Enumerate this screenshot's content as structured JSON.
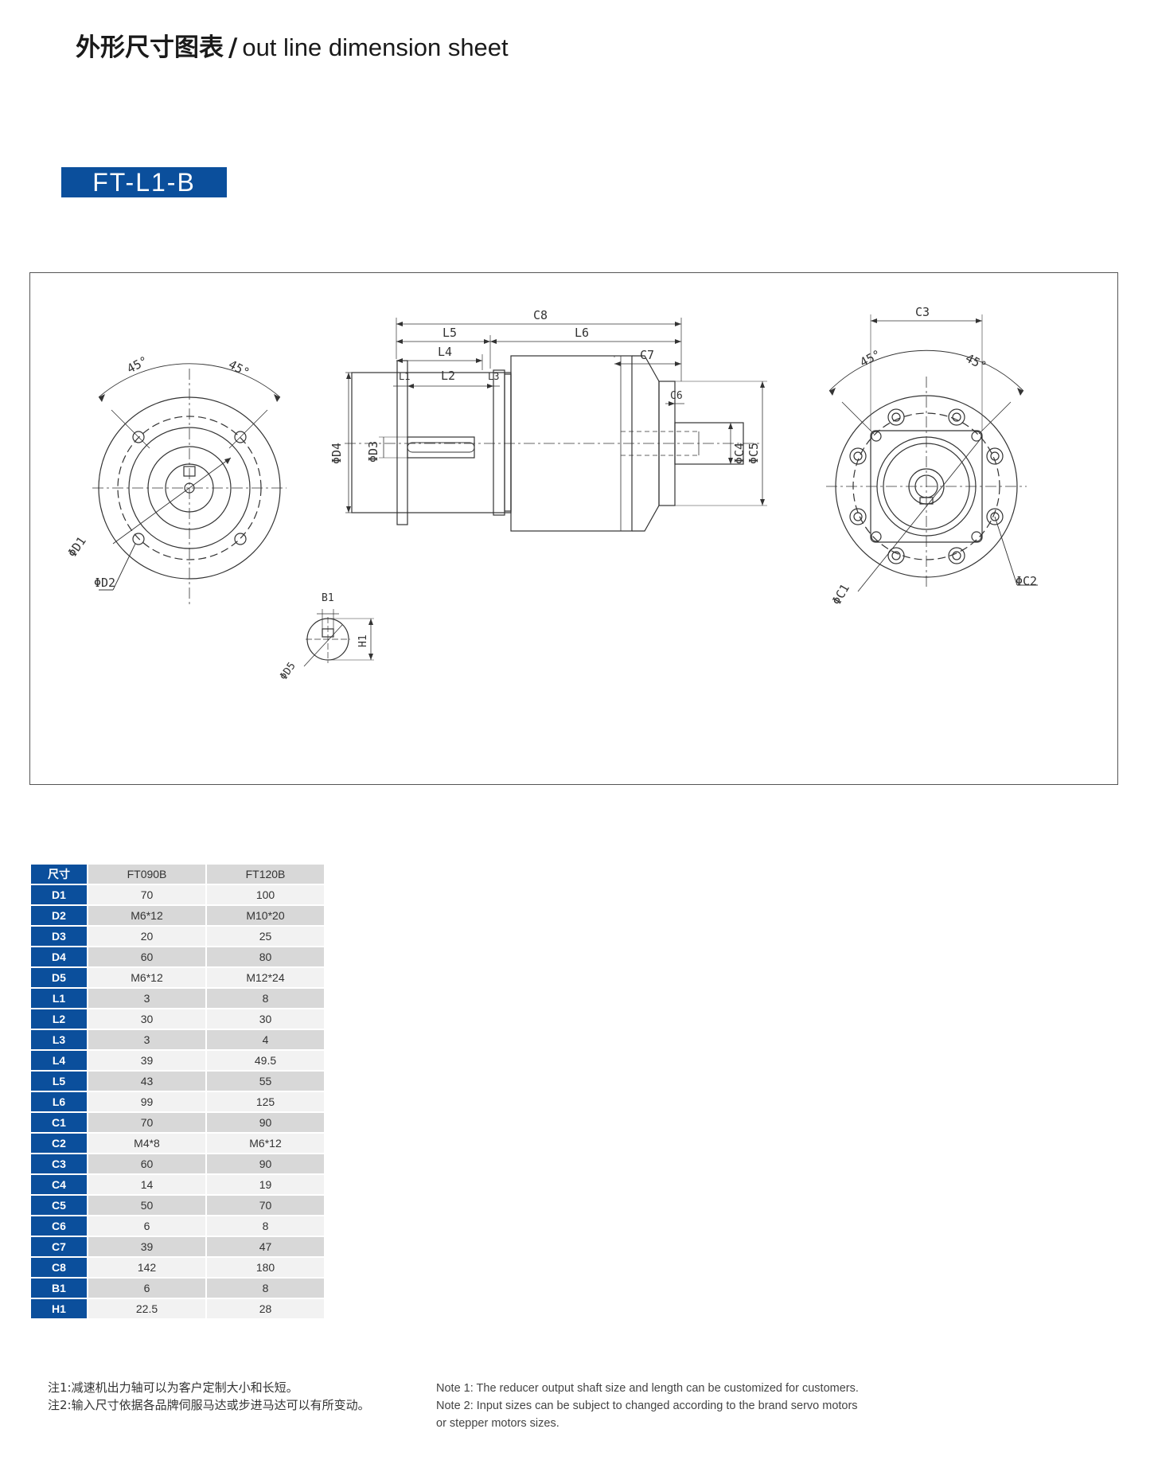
{
  "header": {
    "title_cn": "外形尺寸图表",
    "separator": "/",
    "title_en": "out line dimension sheet"
  },
  "model_badge": "FT-L1-B",
  "drawing": {
    "front_view": {
      "angle_left": "45°",
      "angle_right": "45°",
      "label_d1": "ΦD1",
      "label_d2": "ΦD2"
    },
    "side_view": {
      "label_c8": "C8",
      "label_l5": "L5",
      "label_l6": "L6",
      "label_l4": "L4",
      "label_l1": "L1",
      "label_l2": "L2",
      "label_l3": "L3",
      "label_c7": "C7",
      "label_c6": "C6",
      "label_d4": "ΦD4",
      "label_d3": "ΦD3",
      "label_c4": "ΦC4",
      "label_c5": "ΦC5"
    },
    "shaft_detail": {
      "label_b1": "B1",
      "label_h1": "H1",
      "label_d5": "ΦD5"
    },
    "rear_view": {
      "label_c3": "C3",
      "angle_left": "45°",
      "angle_right": "45°",
      "label_c1": "ΦC1",
      "label_c2": "ΦC2"
    }
  },
  "table": {
    "corner_label": "尺寸",
    "models": [
      "FT090B",
      "FT120B"
    ],
    "rows": [
      {
        "key": "D1",
        "values": [
          "70",
          "100"
        ]
      },
      {
        "key": "D2",
        "values": [
          "M6*12",
          "M10*20"
        ]
      },
      {
        "key": "D3",
        "values": [
          "20",
          "25"
        ]
      },
      {
        "key": "D4",
        "values": [
          "60",
          "80"
        ]
      },
      {
        "key": "D5",
        "values": [
          "M6*12",
          "M12*24"
        ]
      },
      {
        "key": "L1",
        "values": [
          "3",
          "8"
        ]
      },
      {
        "key": "L2",
        "values": [
          "30",
          "30"
        ]
      },
      {
        "key": "L3",
        "values": [
          "3",
          "4"
        ]
      },
      {
        "key": "L4",
        "values": [
          "39",
          "49.5"
        ]
      },
      {
        "key": "L5",
        "values": [
          "43",
          "55"
        ]
      },
      {
        "key": "L6",
        "values": [
          "99",
          "125"
        ]
      },
      {
        "key": "C1",
        "values": [
          "70",
          "90"
        ]
      },
      {
        "key": "C2",
        "values": [
          "M4*8",
          "M6*12"
        ]
      },
      {
        "key": "C3",
        "values": [
          "60",
          "90"
        ]
      },
      {
        "key": "C4",
        "values": [
          "14",
          "19"
        ]
      },
      {
        "key": "C5",
        "values": [
          "50",
          "70"
        ]
      },
      {
        "key": "C6",
        "values": [
          "6",
          "8"
        ]
      },
      {
        "key": "C7",
        "values": [
          "39",
          "47"
        ]
      },
      {
        "key": "C8",
        "values": [
          "142",
          "180"
        ]
      },
      {
        "key": "B1",
        "values": [
          "6",
          "8"
        ]
      },
      {
        "key": "H1",
        "values": [
          "22.5",
          "28"
        ]
      }
    ]
  },
  "notes": {
    "cn": [
      "注1:减速机出力轴可以为客户定制大小和长短。",
      "注2:输入尺寸依据各品牌伺服马达或步进马达可以有所变动。"
    ],
    "en": [
      "Note 1: The reducer output shaft size and length can be customized for customers.",
      "Note 2: Input sizes can be subject to changed according to the brand servo motors",
      "or stepper motors sizes."
    ]
  },
  "colors": {
    "brand_blue": "#0b4f9c",
    "row_light": "#f2f2f2",
    "row_dark": "#d8d8d8"
  }
}
